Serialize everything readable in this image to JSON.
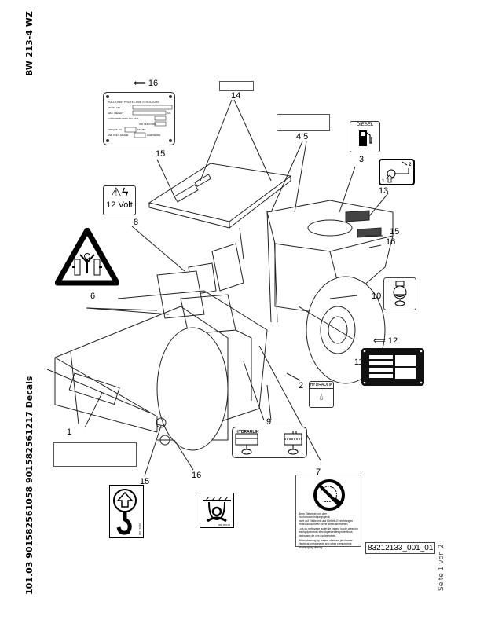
{
  "header": {
    "model": "BW 213-4 WZ",
    "document_title": "101.03 901582561058 901582561217 Decals",
    "page_indicator": "Seite 1 von 2",
    "drawing_number": "83212133_001_01"
  },
  "callouts": {
    "c1": "1",
    "c2": "2",
    "c3": "3",
    "c45": "4 5",
    "c6": "6",
    "c7": "7",
    "c8": "8",
    "c9": "9",
    "c10": "10",
    "c11": "11",
    "c13": "13",
    "c14": "14",
    "c15a": "15",
    "c15b": "15",
    "c15c": "15",
    "c16a": "16",
    "c16b": "16"
  },
  "decals": {
    "rops_plate": {
      "ref": "16",
      "title": "ROLL OVER PROTECTIVE STRUCTURE",
      "fields": [
        "MODEL NO.",
        "MAX. WEIGHT",
        "CONFORMS WITH ISO 3471",
        "ISO 3449 FOPS",
        "TORQUE TO",
        "USE ONLY GRADE"
      ],
      "units": [
        "KG",
        "FT·LBS",
        "HARDWARE"
      ]
    },
    "voltage": {
      "label": "12 Volt"
    },
    "diesel": {
      "label": "DIESEL"
    },
    "hydraulic_tank": {
      "label": "HYDRAULIK"
    },
    "hydraulic_level": {
      "label": "HYDRAULIK"
    },
    "type_plate": {
      "ref": "12"
    },
    "lift_point": {
      "code": "008 176 00"
    },
    "tie_down": {
      "code": "008 099 01"
    },
    "no_hydraulic_warning": {
      "lines": [
        "Beim Stilsetzen mit dem Hochdruckreinigungsgerät",
        "nicht auf Elektronik und Elektrik-Einrichtungen",
        "Risiko auszulösen keine direkt abstrahlen.",
        "Lors du nettoyage au jet de vapeur haute pression",
        "les équipements électriques et les protections",
        "Nettoyage de ces équipements.",
        "When cleaning by means of steam jet cleaner",
        "electrical components and other components",
        "do not spray directly."
      ]
    }
  },
  "colors": {
    "ink": "#000000",
    "line": "#333333",
    "light_fill": "#f2f2f2",
    "dark_plate": "#111111",
    "footer_text": "#444444"
  }
}
